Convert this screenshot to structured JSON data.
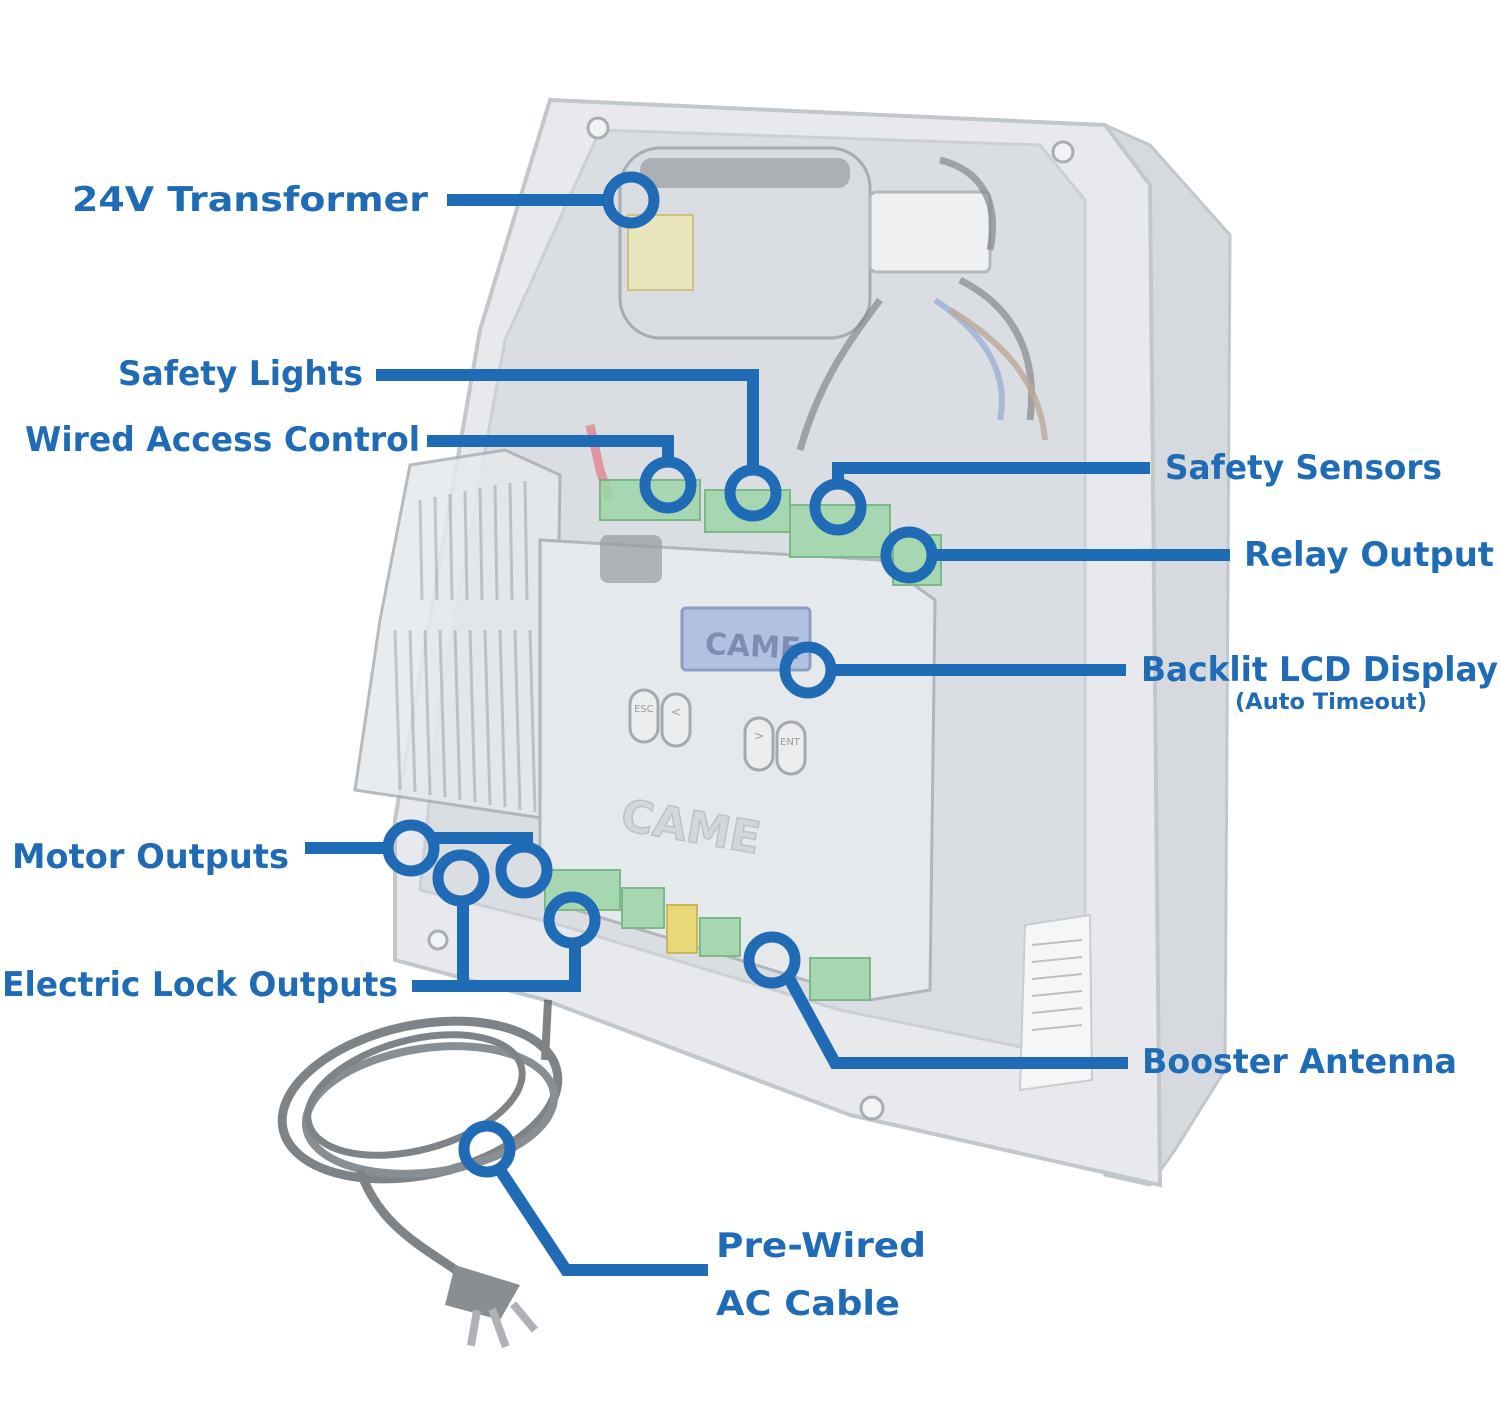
{
  "labels": {
    "transformer": "24V Transformer",
    "safety_lights": "Safety Lights",
    "wired_access": "Wired Access Control",
    "safety_sensors": "Safety Sensors",
    "relay_output": "Relay Output",
    "lcd_display": "Backlit LCD Display",
    "lcd_display_note": "(Auto Timeout)",
    "motor_outputs": "Motor Outputs",
    "electric_lock": "Electric Lock Outputs",
    "booster_antenna": "Booster Antenna",
    "ac_cable_line1": "Pre-Wired",
    "ac_cable_line2": "AC Cable"
  },
  "device": {
    "brand_display": "CAME",
    "brand_cover": "CAME",
    "button_esc": "ESC",
    "button_left": "<",
    "button_right": ">",
    "button_enter": "ENT"
  },
  "colors": {
    "accent": "#1f6bb5",
    "enclosure": "#dfe3e7",
    "terminal_green": "#8fd29a",
    "terminal_yellow": "#e8d75a",
    "lcd": "#9fb4dd"
  }
}
